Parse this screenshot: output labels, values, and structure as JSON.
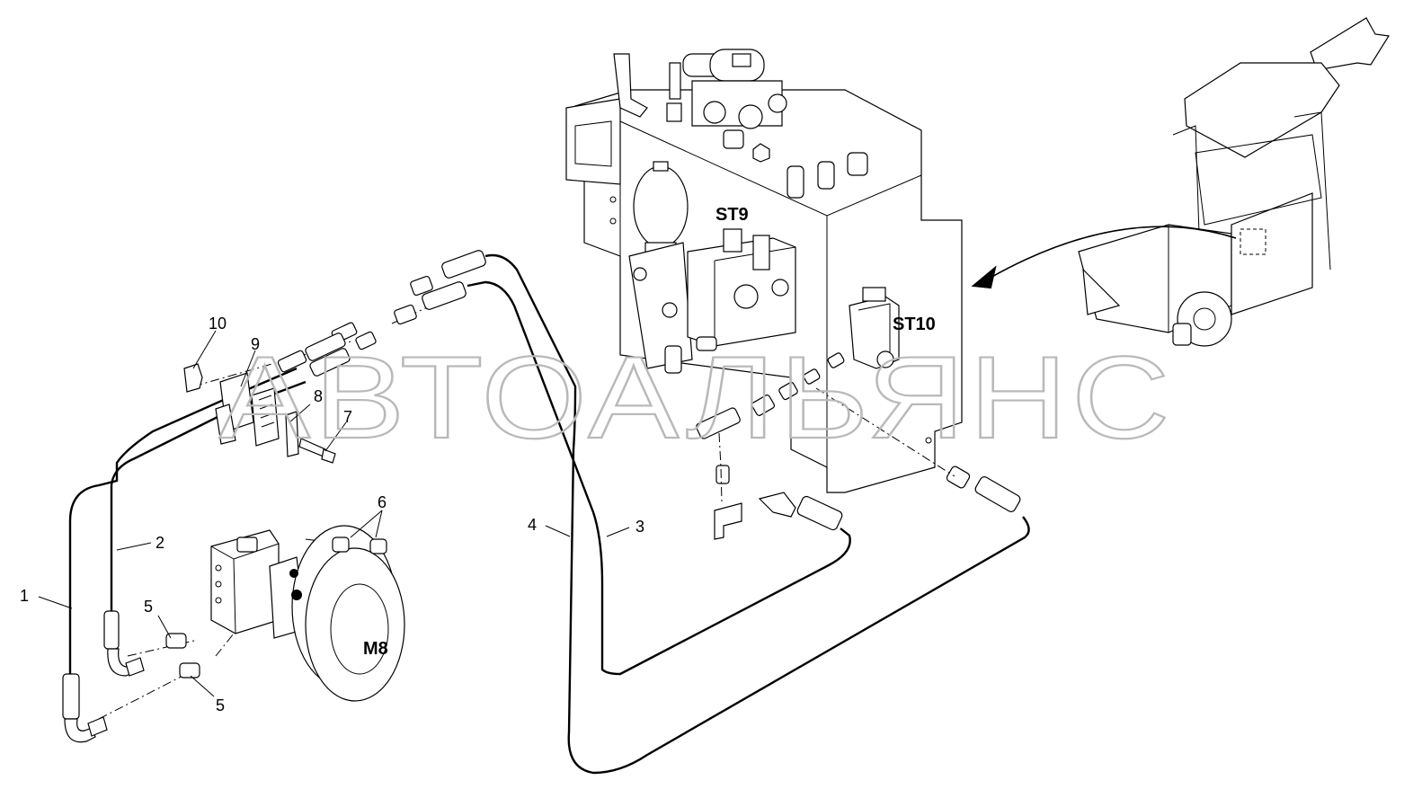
{
  "watermark": "АВТОАЛЬЯНС",
  "components": {
    "st9": "ST9",
    "st10": "ST10",
    "m8": "M8"
  },
  "callouts": [
    "1",
    "2",
    "3",
    "4",
    "5",
    "5",
    "6",
    "7",
    "8",
    "9",
    "10"
  ]
}
